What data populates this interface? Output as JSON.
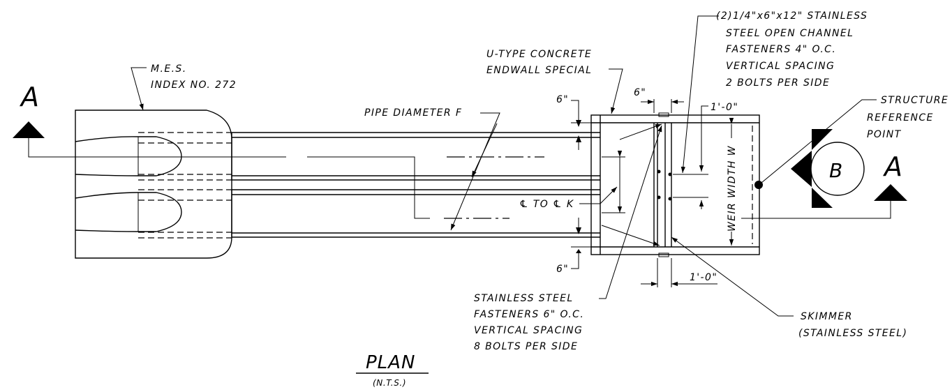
{
  "section_mark": {
    "letter": "A"
  },
  "detail_mark": {
    "letter": "B"
  },
  "notes": {
    "mes": [
      "M.E.S.",
      "INDEX NO. 272"
    ],
    "endwall": [
      "U-TYPE CONCRETE",
      "ENDWALL SPECIAL"
    ],
    "channel": [
      "(2)1/4\"x6\"x12\" STAINLESS",
      "STEEL OPEN CHANNEL",
      "FASTENERS 4\" O.C.",
      "VERTICAL SPACING",
      "2 BOLTS PER SIDE"
    ],
    "structure_ref": [
      "STRUCTURE",
      "REFERENCE",
      "POINT"
    ],
    "pipe_diameter": "PIPE DIAMETER F",
    "fasteners": [
      "STAINLESS STEEL",
      "FASTENERS 6\" O.C.",
      "VERTICAL SPACING",
      "8 BOLTS PER SIDE"
    ],
    "skimmer": [
      "SKIMMER",
      "(STAINLESS STEEL)"
    ]
  },
  "dimensions": {
    "top_wall": "6\"",
    "bottom_wall": "6\"",
    "weir_offset_top": "6\"",
    "weir_offset_right": "1'-0\"",
    "bottom_offset": "1'-0\"",
    "weir_width": "WEIR WIDTH W",
    "pipe_spacing": "℄ TO ℄ K"
  },
  "title": {
    "main": "PLAN",
    "scale": "(N.T.S.)"
  }
}
